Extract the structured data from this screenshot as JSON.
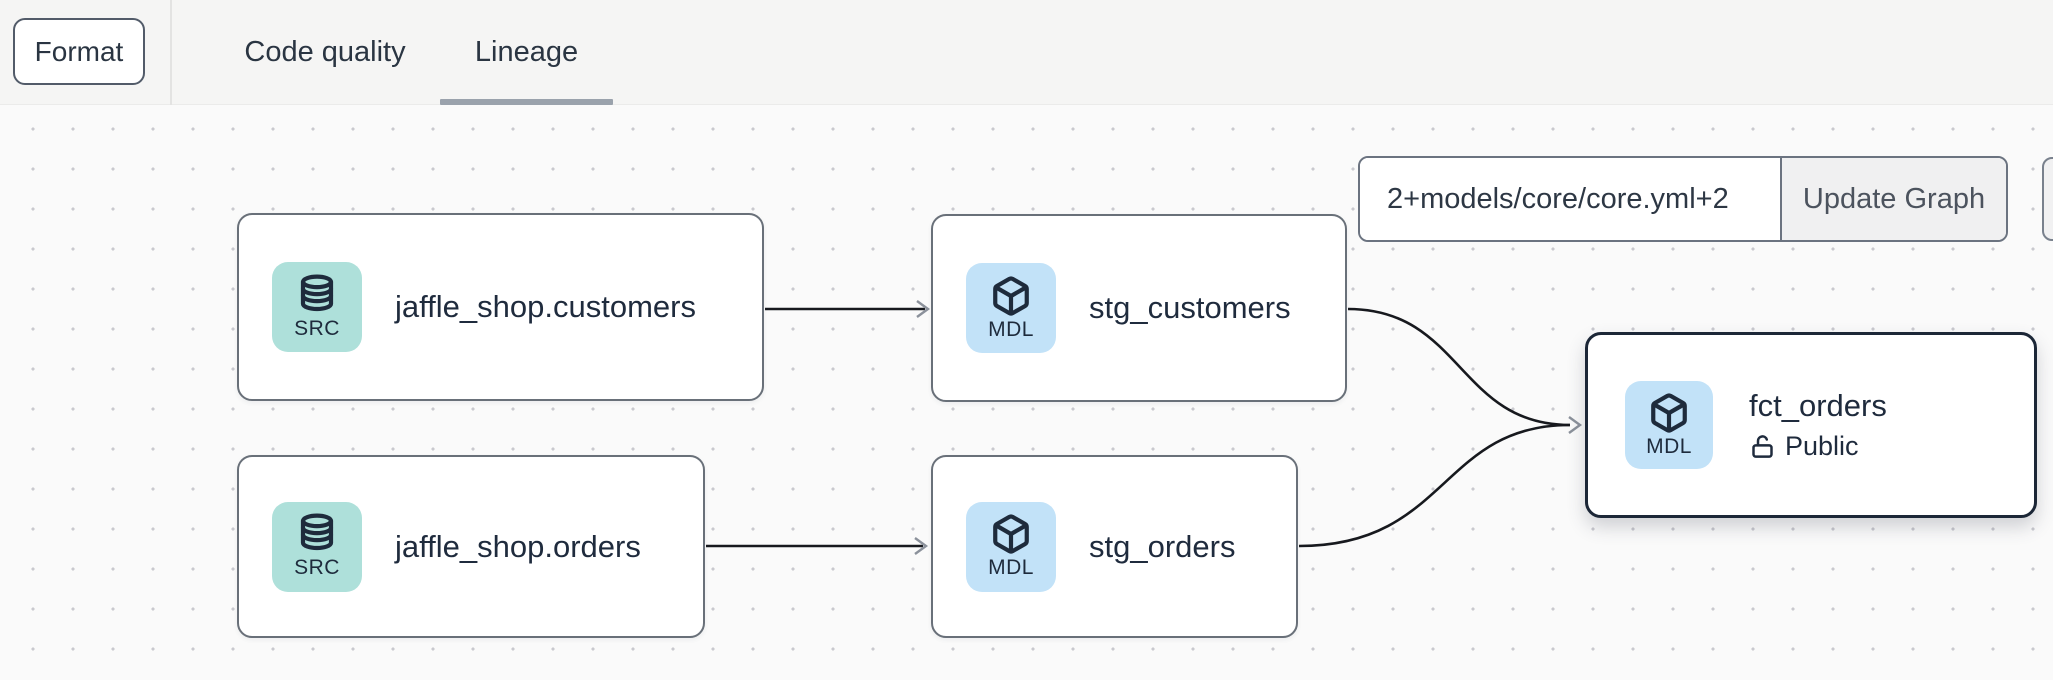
{
  "toolbar": {
    "format_label": "Format",
    "tabs": [
      {
        "label": "Code quality",
        "active": false
      },
      {
        "label": "Lineage",
        "active": true
      }
    ]
  },
  "graph_controls": {
    "selector_value": "2+models/core/core.yml+2",
    "update_button_label": "Update Graph"
  },
  "graph": {
    "nodes": [
      {
        "title": "jaffle_shop.customers",
        "type_label": "SRC",
        "icon": "database-icon",
        "selected": false
      },
      {
        "title": "jaffle_shop.orders",
        "type_label": "SRC",
        "icon": "database-icon",
        "selected": false
      },
      {
        "title": "stg_customers",
        "type_label": "MDL",
        "icon": "model-cube-icon",
        "selected": false
      },
      {
        "title": "stg_orders",
        "type_label": "MDL",
        "icon": "model-cube-icon",
        "selected": false
      },
      {
        "title": "fct_orders",
        "type_label": "MDL",
        "icon": "model-cube-icon",
        "selected": true,
        "access_icon": "unlock-icon",
        "access_label": "Public"
      }
    ],
    "edges": [
      [
        "jaffle_shop.customers",
        "stg_customers"
      ],
      [
        "jaffle_shop.orders",
        "stg_orders"
      ],
      [
        "stg_customers",
        "fct_orders"
      ],
      [
        "stg_orders",
        "fct_orders"
      ]
    ]
  },
  "colors": {
    "src_badge": "#aee0da",
    "mdl_badge": "#c2e2f8",
    "selected_border": "#1c2737",
    "tab_underline": "#9aa2ac",
    "edge": "#17191e",
    "arrowhead": "#8b919b"
  }
}
